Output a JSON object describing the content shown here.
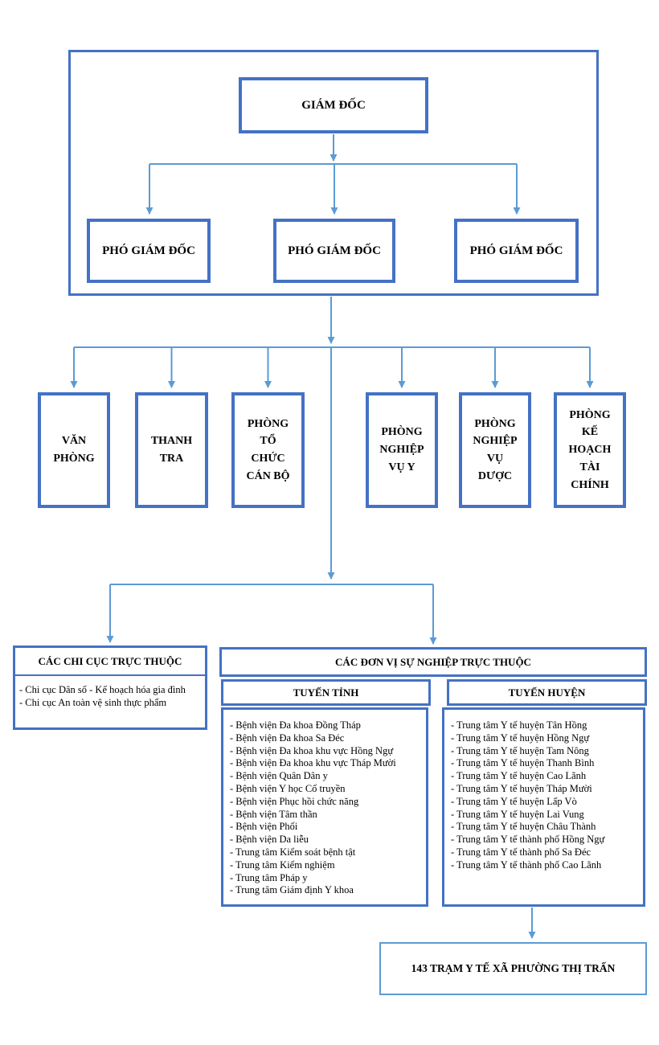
{
  "diagram": {
    "director": "GIÁM ĐỐC",
    "deputies": [
      "PHÓ GIÁM ĐỐC",
      "PHÓ GIÁM ĐỐC",
      "PHÓ GIÁM ĐỐC"
    ],
    "departments": [
      "VĂN\nPHÒNG",
      "THANH\nTRA",
      "PHÒNG\nTỔ\nCHỨC\nCÁN BỘ",
      "PHÒNG\nNGHIỆP\nVỤ Y",
      "PHÒNG\nNGHIỆP\nVỤ\nDƯỢC",
      "PHÒNG\nKẾ\nHOẠCH\nTÀI\nCHÍNH"
    ],
    "chi_cuc": {
      "title": "CÁC CHI CỤC TRỰC THUỘC",
      "items": [
        "- Chi cục Dân số - Kế hoạch hóa gia đình",
        "- Chi cục An toàn vệ sinh thực phẩm"
      ]
    },
    "don_vi": {
      "title": "CÁC ĐƠN VỊ SỰ NGHIỆP TRỰC THUỘC",
      "tuyen_tinh": {
        "title": "TUYẾN TỈNH",
        "items": [
          "- Bệnh viện Đa khoa Đồng Tháp",
          "- Bệnh viện Đa khoa Sa Đéc",
          "- Bệnh viện Đa khoa khu vực Hồng Ngự",
          "- Bệnh viện Đa khoa khu vực Tháp Mười",
          "- Bệnh viện Quân Dân y",
          "- Bệnh viện Y học Cổ truyền",
          "- Bệnh viện Phục hồi chức năng",
          "- Bệnh viện Tâm thần",
          "- Bệnh viện Phổi",
          "- Bệnh viện Da liễu",
          "- Trung tâm Kiểm soát bệnh tật",
          "- Trung tâm Kiểm nghiệm",
          "- Trung tâm Pháp y",
          "- Trung tâm Giám định Y khoa"
        ]
      },
      "tuyen_huyen": {
        "title": "TUYẾN HUYỆN",
        "items": [
          "- Trung tâm Y tế huyện Tân Hồng",
          "- Trung tâm Y tế huyện Hồng Ngự",
          "- Trung tâm Y tế huyện Tam Nông",
          "- Trung tâm Y tế huyện Thanh Bình",
          "- Trung tâm Y tế huyện Cao Lãnh",
          "- Trung tâm Y tế huyện Tháp Mười",
          "- Trung tâm Y tế huyện Lấp Vò",
          "- Trung tâm Y tế huyện Lai Vung",
          "- Trung tâm Y tế huyện Châu Thành",
          "- Trung tâm Y tế thành phố Hồng Ngự",
          "- Trung tâm Y tế thành phố Sa Đéc",
          "- Trung tâm Y tế thành phố Cao Lãnh"
        ]
      }
    },
    "stations": "143 TRẠM Y TẾ XÃ PHƯỜNG THỊ TRẤN",
    "colors": {
      "box_border": "#4472C4",
      "connector": "#5B9BD5"
    }
  }
}
